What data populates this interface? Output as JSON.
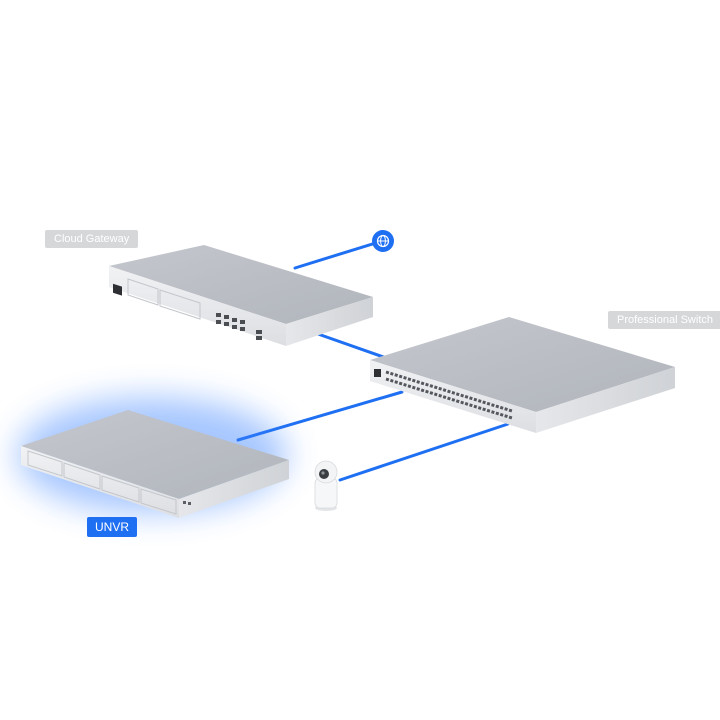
{
  "devices": {
    "cloud_gateway": {
      "label": "Cloud Gateway"
    },
    "professional_switch": {
      "label": "Professional Switch"
    },
    "unvr": {
      "label": "UNVR"
    }
  },
  "icons": {
    "internet": "globe-icon",
    "camera": "camera-icon"
  },
  "colors": {
    "link": "#1f6ff2",
    "label_inactive": "#d6d7d9",
    "label_active": "#1f6ff2",
    "highlight_glow": "#3b82ff"
  }
}
